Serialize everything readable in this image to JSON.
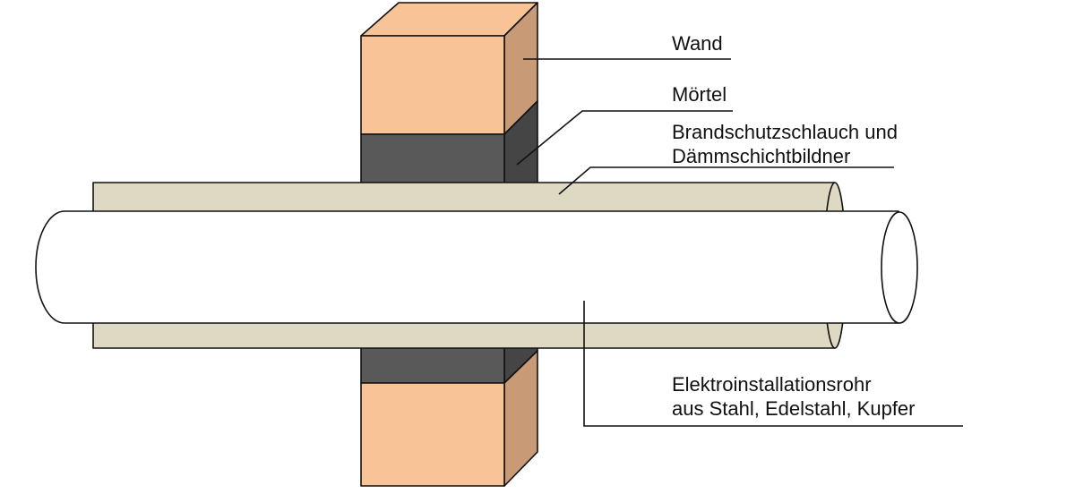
{
  "labels": {
    "wall": "Wand",
    "mortar": "Mörtel",
    "sleeve_line1": "Brandschutzschlauch und",
    "sleeve_line2": "Dämmschichtbildner",
    "pipe_line1": "Elektroinstallationsrohr",
    "pipe_line2": "aus Stahl, Edelstahl, Kupfer"
  },
  "colors": {
    "wall_front": "#f8c397",
    "wall_side": "#c99a76",
    "mortar_front": "#595959",
    "mortar_side": "#454545",
    "sleeve": "#ded9c2",
    "pipe": "#ffffff",
    "outline": "#111111"
  }
}
